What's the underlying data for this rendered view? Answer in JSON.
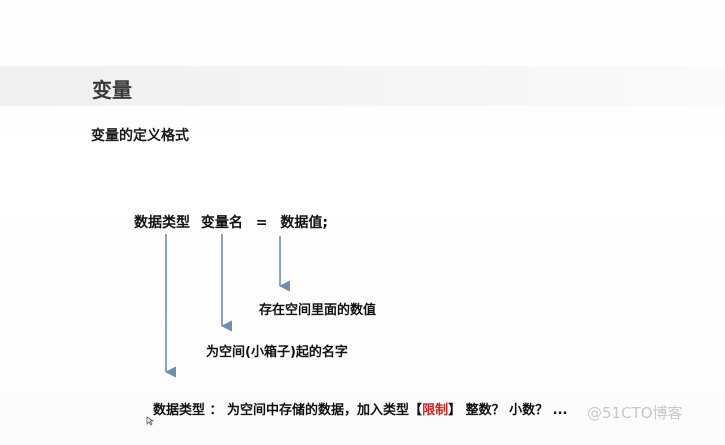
{
  "slide": {
    "title": "变量",
    "subtitle": "变量的定义格式",
    "syntax": {
      "type": "数据类型",
      "name": "变量名",
      "equals": "=",
      "value": "数据值;"
    },
    "notes": {
      "value": "存在空间里面的数值",
      "name": "为空间(小箱子)起的名字"
    },
    "bottom": {
      "prefix": "数据类型 ：  为空间中存储的数据，加入类型【",
      "highlight": "限制",
      "suffix": "】 整数？ 小数？ ..."
    },
    "watermark": "@51CTO博客"
  },
  "colors": {
    "arrow": "#6f8db5",
    "highlight": "#d62020"
  }
}
